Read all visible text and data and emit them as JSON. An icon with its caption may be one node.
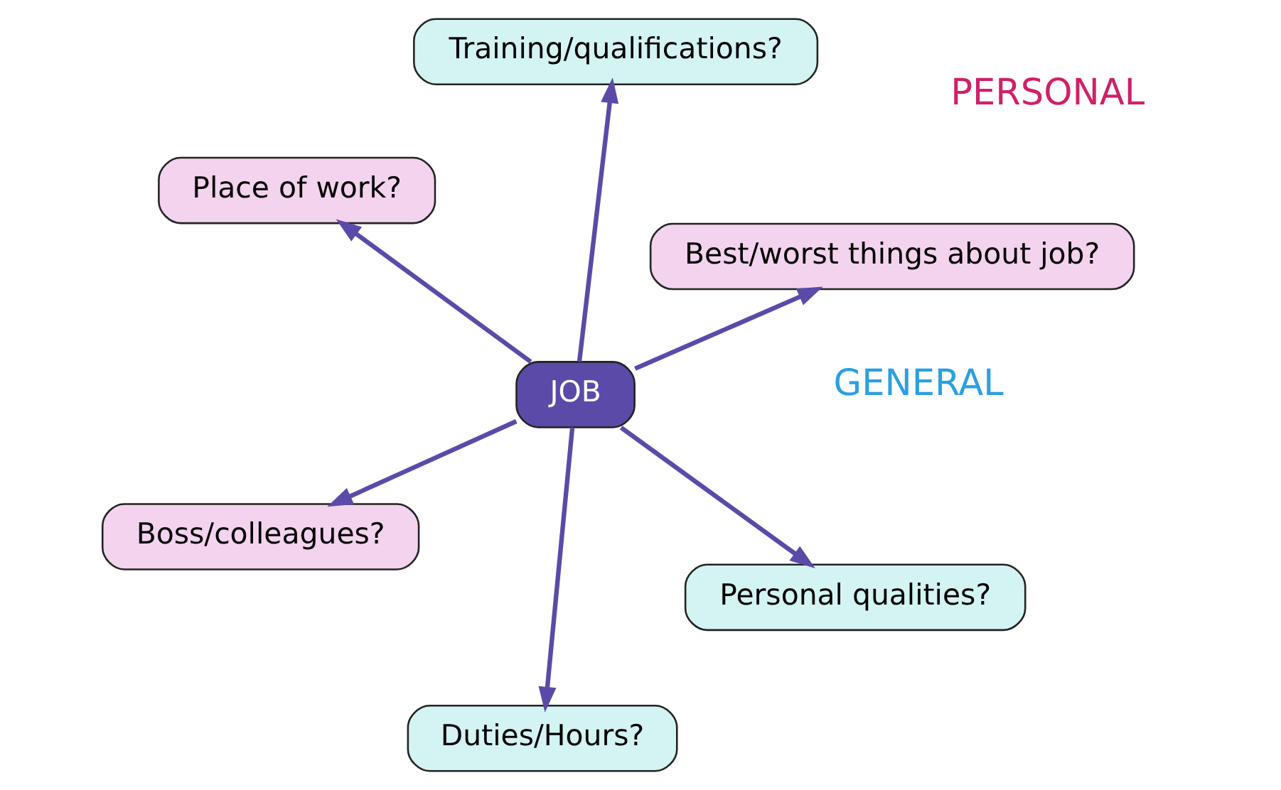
{
  "diagram": {
    "nodes": [
      {
        "text": [
          "Training/qualifications?"
        ]
      },
      {
        "text": [
          "Duties/Hours?"
        ]
      },
      {
        "text": [
          "Personal qualities?"
        ]
      },
      {
        "text": [
          "JOB"
        ]
      },
      {
        "text": [
          "Place of work?"
        ]
      },
      {
        "text": [
          "Boss/colleagues?"
        ]
      },
      {
        "text": [
          "Best/worst things about job?"
        ]
      }
    ],
    "edges": [
      {
        "from": 3,
        "to": 0,
        "arrow": "to"
      },
      {
        "from": 3,
        "to": 1,
        "arrow": "to"
      },
      {
        "from": 3,
        "to": 2,
        "arrow": "to"
      },
      {
        "from": 3,
        "to": 4,
        "arrow": "to"
      },
      {
        "from": 3,
        "to": 5,
        "arrow": "to"
      },
      {
        "from": 3,
        "to": 6,
        "arrow": "to"
      }
    ],
    "labels": [
      "GENERAL",
      "PERSONAL"
    ]
  }
}
